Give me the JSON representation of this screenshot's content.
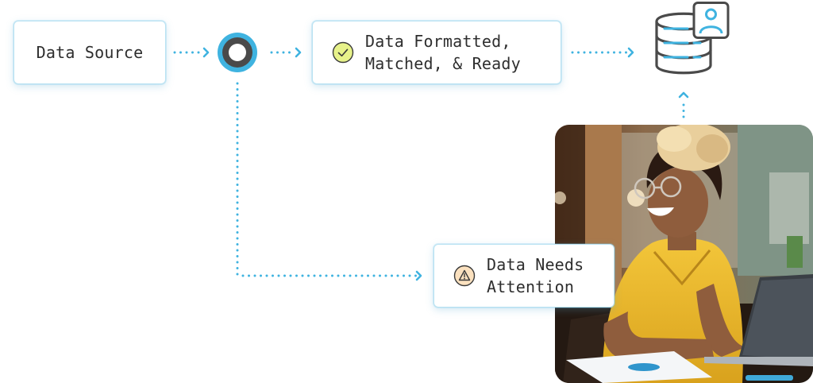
{
  "nodes": {
    "source": {
      "label": "Data Source"
    },
    "ready": {
      "label": "Data Formatted,\nMatched, & Ready",
      "icon": "check-circle-icon"
    },
    "attention": {
      "label": "Data Needs\nAttention",
      "icon": "warning-triangle-icon"
    },
    "hub": {
      "icon": "ring-node-icon"
    },
    "destination": {
      "icon": "database-user-icon"
    }
  },
  "photo": {
    "subject": "photo"
  },
  "colors": {
    "connector": "#3fb3e0",
    "ring_outer": "#3fb3e0",
    "ring_inner": "#4a4a4a",
    "check_fill": "#e7f28a",
    "warning_fill": "#fbe1bf",
    "box_border": "#b9e2f2",
    "text": "#2e2e2e"
  }
}
